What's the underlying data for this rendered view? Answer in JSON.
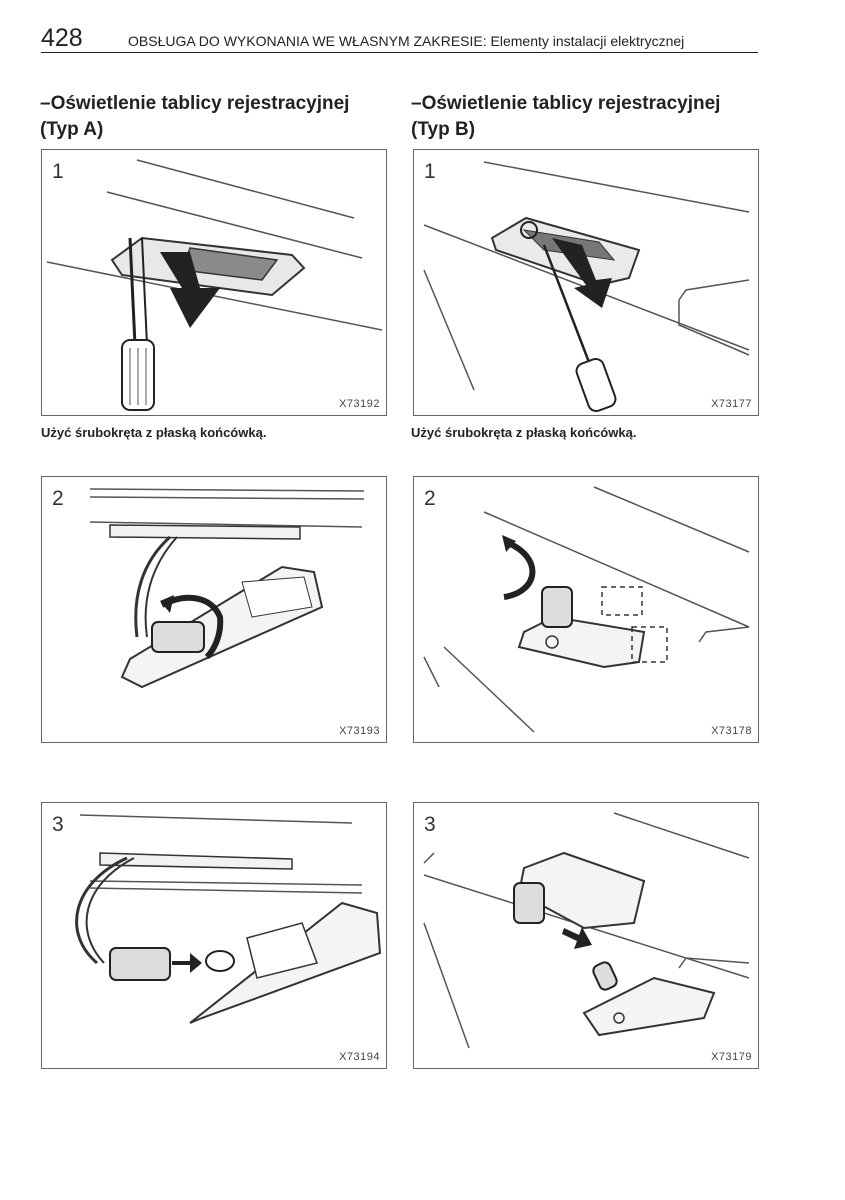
{
  "header": {
    "page_number": "428",
    "running_title": "OBSŁUGA DO WYKONANIA WE WŁASNYM ZAKRESIE: Elementy instalacji elektrycznej"
  },
  "columns": [
    {
      "title_line1": "–Oświetlenie tablicy rejestracyjnej",
      "title_line2": "(Typ A)",
      "caption": "Użyć śrubokręta z płaską końcówką.",
      "figures": [
        {
          "step": "1",
          "code": "X73192"
        },
        {
          "step": "2",
          "code": "X73193"
        },
        {
          "step": "3",
          "code": "X73194"
        }
      ]
    },
    {
      "title_line1": "–Oświetlenie tablicy rejestracyjnej",
      "title_line2": "(Typ B)",
      "caption": "Użyć śrubokręta z płaską końcówką.",
      "figures": [
        {
          "step": "1",
          "code": "X73177"
        },
        {
          "step": "2",
          "code": "X73178"
        },
        {
          "step": "3",
          "code": "X73179"
        }
      ]
    }
  ]
}
